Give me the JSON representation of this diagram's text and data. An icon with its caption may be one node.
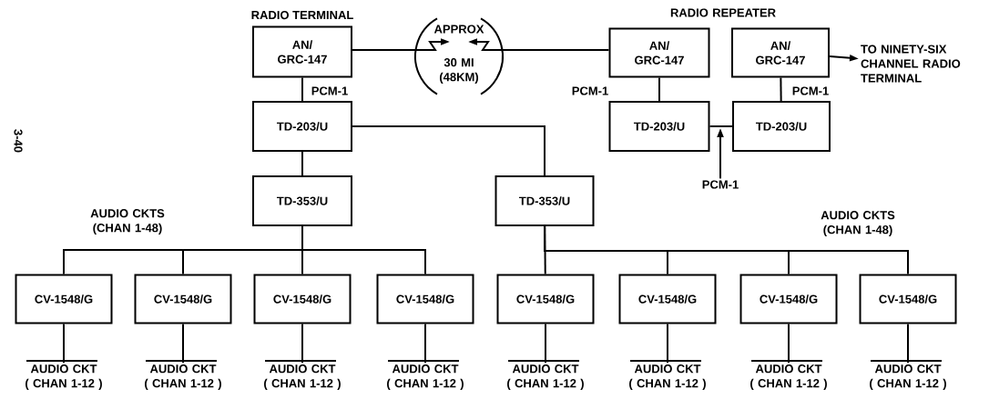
{
  "diagram": {
    "nodes": [
      {
        "text": [
          "AN/ GRC-147"
        ],
        "beside": [
          "RADIO TERMINAL"
        ]
      },
      {
        "text": [
          "TD-203/U"
        ]
      },
      {
        "text": [
          "TD-353/U"
        ]
      },
      {
        "text": [
          "AN/ GRC-147"
        ]
      },
      {
        "text": [
          "AN/ GRC-147"
        ]
      },
      {
        "text": [
          "TD-203/U"
        ]
      },
      {
        "text": [
          "TD-203/U"
        ]
      },
      {
        "text": [
          "TD-353/U"
        ]
      },
      {
        "text": [
          "CV-1548/G"
        ]
      },
      {
        "text": [
          "CV-1548/G"
        ]
      },
      {
        "text": [
          "CV-1548/G"
        ]
      },
      {
        "text": [
          "CV-1548/G"
        ]
      },
      {
        "text": [
          "CV-1548/G"
        ]
      },
      {
        "text": [
          "CV-1548/G"
        ]
      },
      {
        "text": [
          "CV-1548/G"
        ]
      },
      {
        "text": [
          "CV-1548/G"
        ]
      },
      {
        "text": [
          "AUDIO CKT",
          "( CHAN 1-12 )"
        ]
      },
      {
        "text": [
          "AUDIO CKT",
          "( CHAN 1-12 )"
        ]
      },
      {
        "text": [
          "AUDIO CKT",
          "( CHAN 1-12 )"
        ]
      },
      {
        "text": [
          "AUDIO CKT",
          "( CHAN 1-12 )"
        ]
      },
      {
        "text": [
          "AUDIO CKT",
          "( CHAN 1-12 )"
        ]
      },
      {
        "text": [
          "AUDIO CKT",
          "( CHAN 1-12 )"
        ]
      },
      {
        "text": [
          "AUDIO CKT",
          "( CHAN 1-12 )"
        ]
      },
      {
        "text": [
          "AUDIO CKT",
          "( CHAN 1-12 )"
        ]
      },
      {
        "text": [
          "TO NINETY-SIX CHANNEL RADIO TERMINAL"
        ]
      },
      {
        "text": [
          "PCM-1"
        ]
      },
      {
        "text": [
          "APPROX",
          "30 MI (48KM)"
        ]
      }
    ],
    "edges": [
      {
        "from": 0,
        "to": 1,
        "arrow": "none",
        "label": "PCM-1"
      },
      {
        "from": 1,
        "to": 2,
        "arrow": "none"
      },
      {
        "from": 1,
        "to": 7,
        "arrow": "none"
      },
      {
        "from": 0,
        "to": 26,
        "arrow": "to"
      },
      {
        "from": 3,
        "to": 26,
        "arrow": "to"
      },
      {
        "from": 3,
        "to": 5,
        "arrow": "none",
        "label": "PCM-1"
      },
      {
        "from": 4,
        "to": 6,
        "arrow": "none",
        "label": "PCM-1"
      },
      {
        "from": 5,
        "to": 6,
        "arrow": "none"
      },
      {
        "from": 4,
        "to": 24,
        "arrow": "to"
      },
      {
        "from": 25,
        "to": 5,
        "arrow": "to"
      },
      {
        "from": 2,
        "to": 8,
        "arrow": "none"
      },
      {
        "from": 2,
        "to": 9,
        "arrow": "none"
      },
      {
        "from": 2,
        "to": 10,
        "arrow": "none"
      },
      {
        "from": 2,
        "to": 11,
        "arrow": "none"
      },
      {
        "from": 7,
        "to": 12,
        "arrow": "none"
      },
      {
        "from": 7,
        "to": 13,
        "arrow": "none"
      },
      {
        "from": 7,
        "to": 14,
        "arrow": "none"
      },
      {
        "from": 7,
        "to": 15,
        "arrow": "none"
      },
      {
        "from": 8,
        "to": 16,
        "arrow": "none"
      },
      {
        "from": 9,
        "to": 17,
        "arrow": "none"
      },
      {
        "from": 10,
        "to": 18,
        "arrow": "none"
      },
      {
        "from": 11,
        "to": 19,
        "arrow": "none"
      },
      {
        "from": 12,
        "to": 20,
        "arrow": "none"
      },
      {
        "from": 13,
        "to": 21,
        "arrow": "none"
      },
      {
        "from": 14,
        "to": 22,
        "arrow": "none"
      },
      {
        "from": 15,
        "to": 23,
        "arrow": "none"
      }
    ],
    "labels": [
      "3-40",
      "RADIO REPEATER",
      "AUDIO CKTS (CHAN 1-48)",
      "AUDIO CKTS (CHAN 1-48)"
    ]
  }
}
